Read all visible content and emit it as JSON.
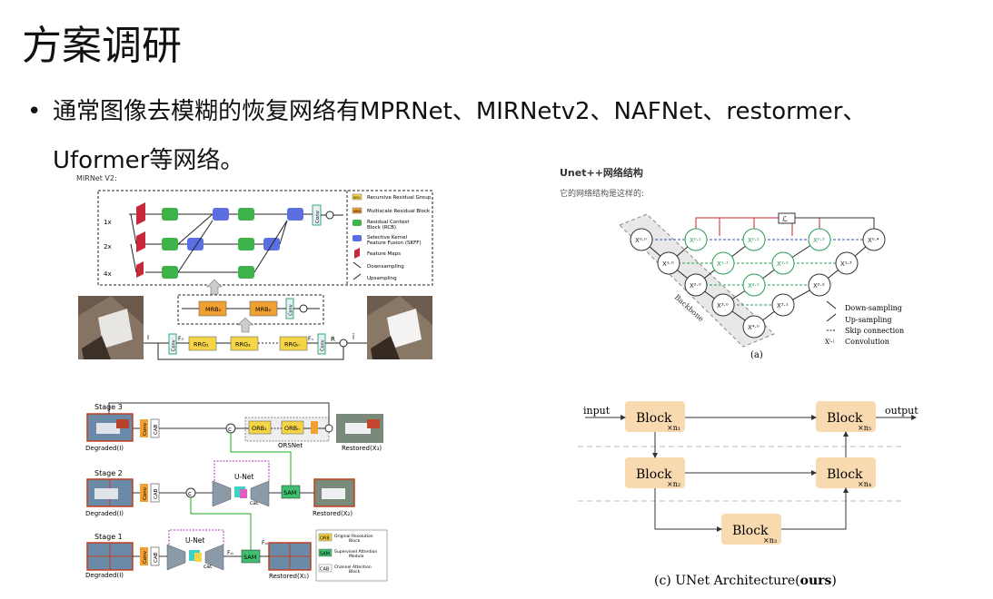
{
  "slide": {
    "title": "方案调研",
    "bullet_marker": "•",
    "bullet_line1": "通常图像去模糊的恢复网络有MPRNet、MIRNetv2、NAFNet、restormer、",
    "bullet_line2": "Uformer等网络。"
  },
  "mirnet": {
    "title": "MIRNet V2:",
    "scales": [
      "1x",
      "2x",
      "4x"
    ],
    "conv": "Conv",
    "legend": [
      "Recursive Residual Group",
      "Multiscale Residual Block",
      "Residual Context",
      "Block (RCB)",
      "Selective Kernel",
      "Feature Fusion (SKFF)",
      "Feature Maps",
      "Downsampling",
      "Upsampling"
    ],
    "legend_tags": [
      "RRG",
      "MRB"
    ],
    "mrb1": "MRB₁",
    "mrb2": "MRB₂",
    "rrg1": "RRG₁",
    "rrg2": "RRG₂",
    "rrgn": "RRGₙ",
    "label_i": "I",
    "label_f0": "F₀",
    "label_fn": "Fₙ",
    "label_r": "R",
    "label_ihat": "Î"
  },
  "unetpp": {
    "title": "Unet++网络结构",
    "subtitle": "它的网络结构是这样的:",
    "loss": "ℒ",
    "backbone": "Backbone",
    "nodes": [
      "X⁰·⁰",
      "X⁰·¹",
      "X⁰·²",
      "X⁰·³",
      "X⁰·⁴",
      "X¹·⁰",
      "X¹·¹",
      "X¹·²",
      "X¹·³",
      "X²·⁰",
      "X²·¹",
      "X²·²",
      "X³·⁰",
      "X³·¹",
      "X⁴·⁰"
    ],
    "legend": [
      "Down-sampling",
      "Up-sampling",
      "Skip connection",
      "Convolution"
    ],
    "legend_sym": "Xⁱ·ʲ",
    "caption": "(a)"
  },
  "mprnet": {
    "stages": [
      "Stage 3",
      "Stage 2",
      "Stage 1"
    ],
    "degraded": "Degraded(I)",
    "restored3": "Restored(X₃)",
    "restored2": "Restored(X₂)",
    "restored1": "Restored(X₁)",
    "conv": "Conv",
    "cab": "CAB",
    "orb1": "ORB₁",
    "orbn": "ORBₙ",
    "orsnet": "ORSNet",
    "unet": "U-Net",
    "cat": "cat",
    "sam": "SAM",
    "c": "c",
    "fin": "Fᵢₙ",
    "fout": "Fₒᵤₜ",
    "legend": [
      {
        "tag": "ORB",
        "text1": "Original Resolution",
        "text2": "Block"
      },
      {
        "tag": "SAM",
        "text1": "Supervised Attention",
        "text2": "Module"
      },
      {
        "tag": "CAB",
        "text1": "Channel Attention",
        "text2": "Block"
      }
    ],
    "colors": {
      "orb": "#f5d547",
      "sam": "#3fbf6f",
      "cab": "#ffffff",
      "conv": "#f0a030"
    }
  },
  "unetours": {
    "input": "input",
    "output": "output",
    "block": "Block",
    "n1": "×n₁",
    "n2": "×n₂",
    "n3": "×n₃",
    "n4": "×n₄",
    "n5": "×n₅",
    "caption_a": "(c) UNet Architecture(",
    "caption_b": "ours",
    "caption_c": ")",
    "block_color": "#f8d9b0"
  }
}
